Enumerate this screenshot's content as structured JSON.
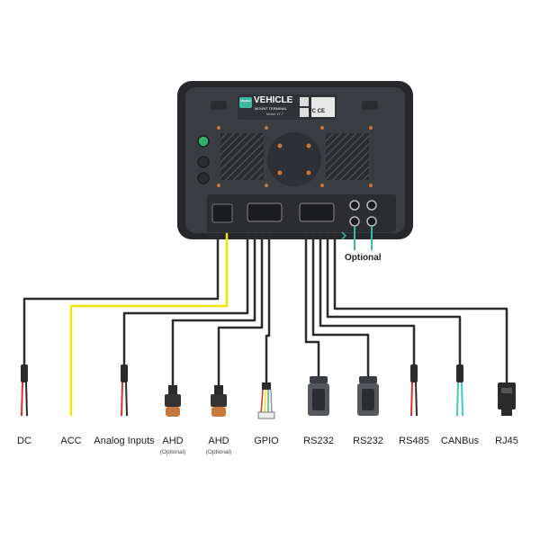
{
  "device": {
    "brand_badge": "3Rtablet",
    "brand_title": "VEHICLE",
    "brand_subtitle": "MOUNT TERMINAL",
    "model_text": "Model: VT-7",
    "cert_marks": "FC CE"
  },
  "optional_label": "Optional",
  "connectors": [
    {
      "label": "DC"
    },
    {
      "label": "ACC"
    },
    {
      "label": "Analog Inputs"
    },
    {
      "label": "AHD",
      "sublabel": "(Optional)"
    },
    {
      "label": "AHD",
      "sublabel": "(Optional)"
    },
    {
      "label": "GPIO"
    },
    {
      "label": "RS232"
    },
    {
      "label": "RS232"
    },
    {
      "label": "RS485"
    },
    {
      "label": "CANBus"
    },
    {
      "label": "RJ45"
    }
  ],
  "colors": {
    "device_body": "#3a3d42",
    "device_frame": "#2a2c30",
    "accent": "#3cb8a0",
    "copper_screw": "#c8793a",
    "cable": "#2b2b2b",
    "acc_cable": "#f2e600",
    "red_wire": "#d9302b",
    "cyan_wire": "#3fc7c0"
  }
}
